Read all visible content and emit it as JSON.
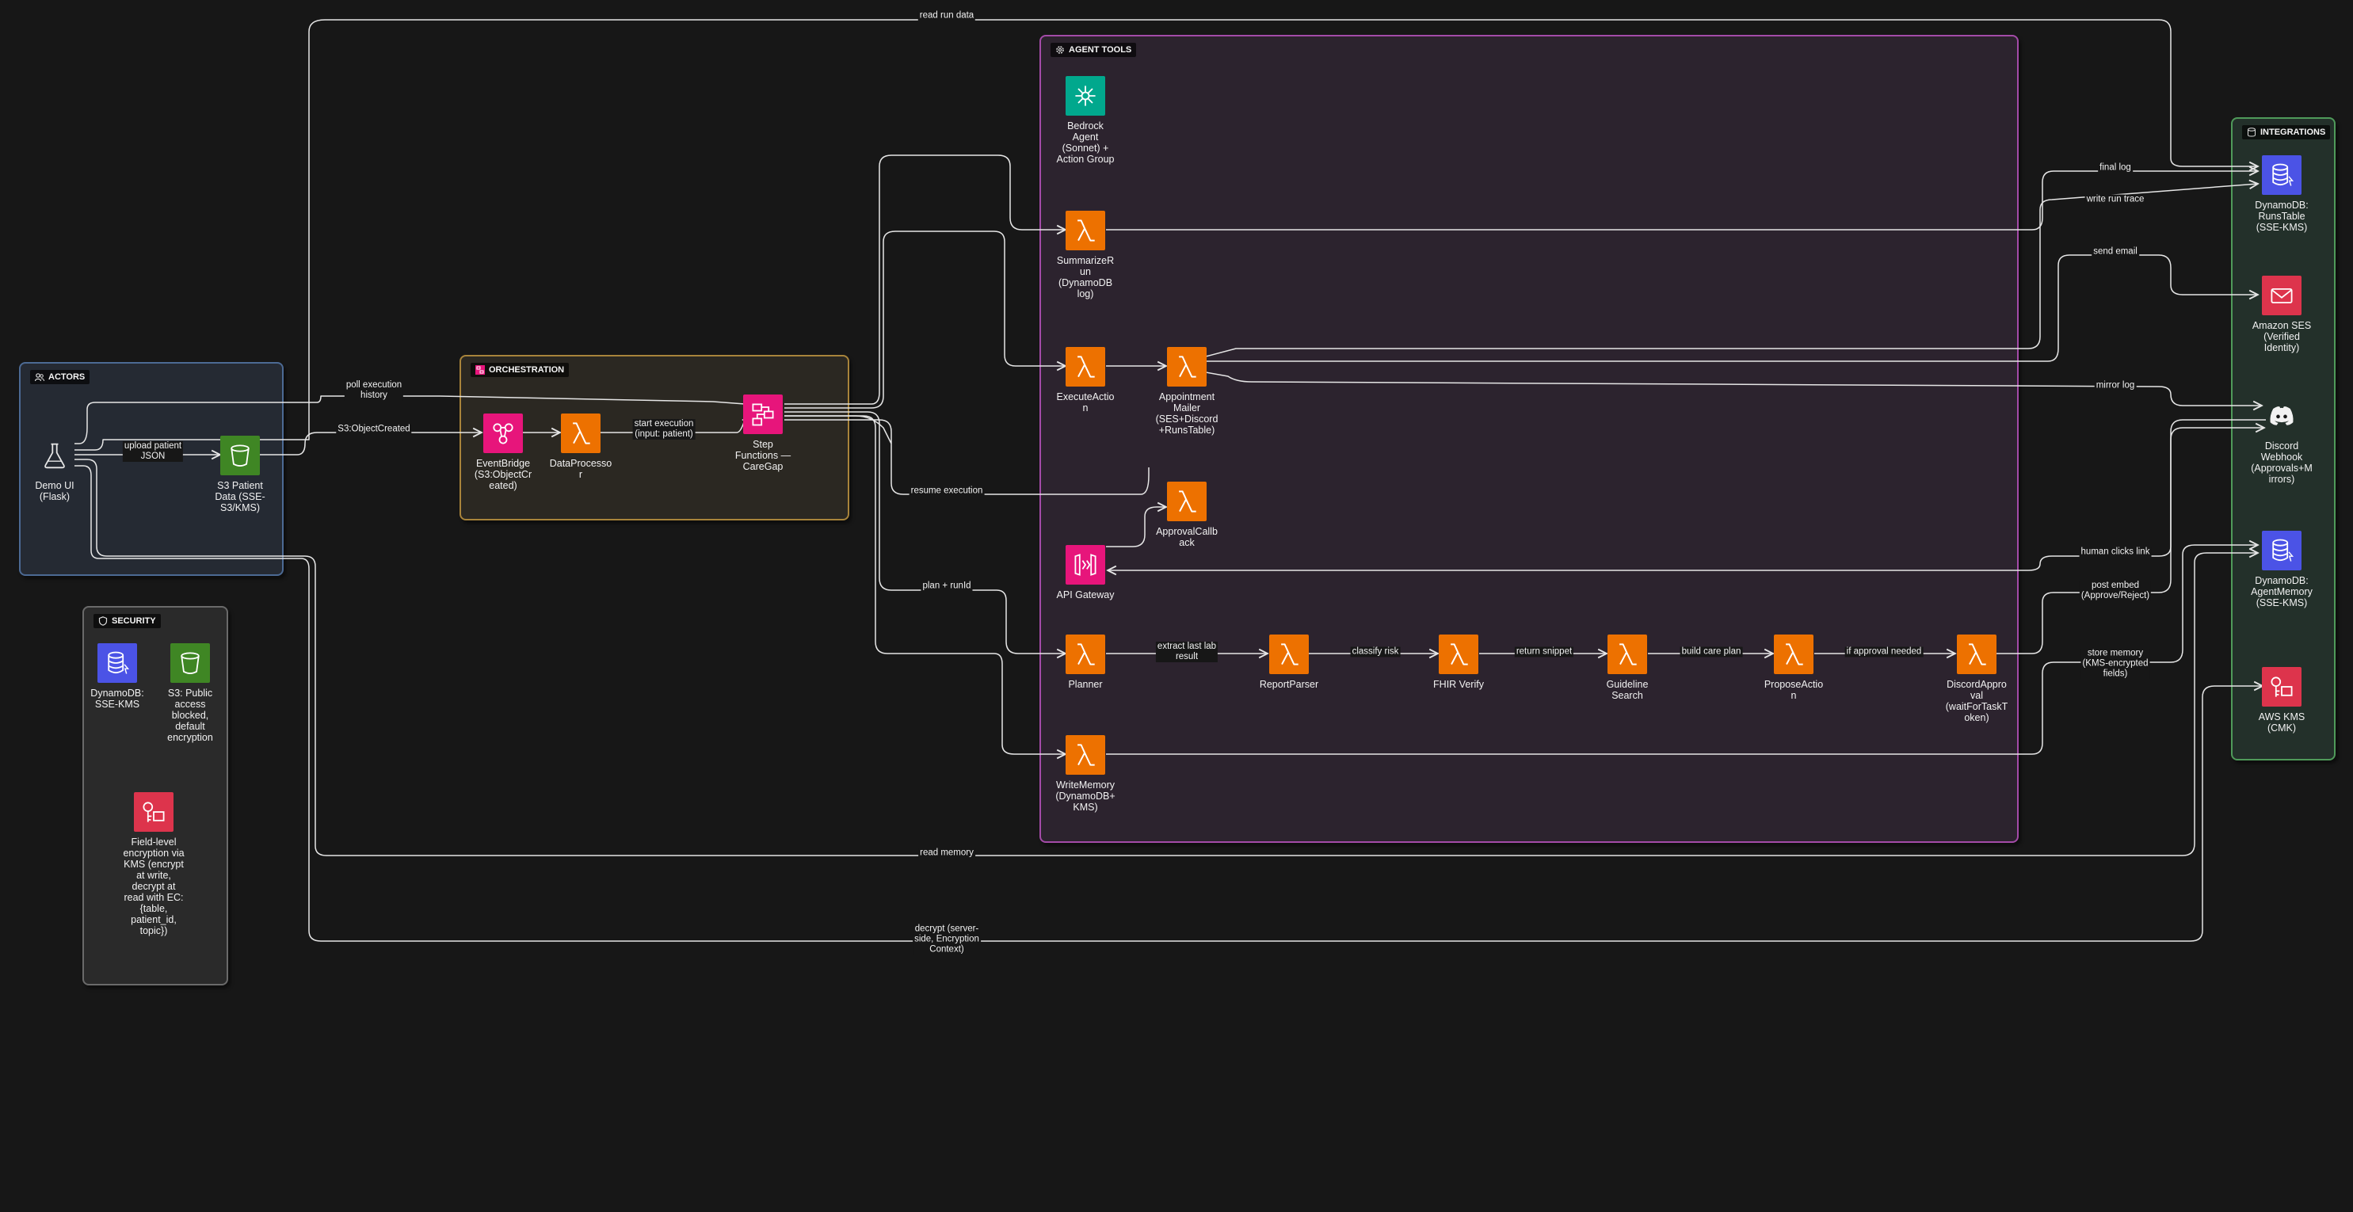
{
  "colors": {
    "background": "#171717",
    "edge": "#e6e6e6",
    "compute": "#ed7100",
    "storage": "#3f8624",
    "database": "#4b53e6",
    "security": "#dd344c",
    "integration": "#e7157b",
    "ai": "#01a88d"
  },
  "groups": {
    "actors": {
      "title": "ACTORS",
      "icon": "users-icon"
    },
    "orchestration": {
      "title": "ORCHESTRATION",
      "icon": "step-functions-group-icon"
    },
    "agent_tools": {
      "title": "AGENT TOOLS",
      "icon": "gear-icon"
    },
    "integrations": {
      "title": "INTEGRATIONS",
      "icon": "database-group-icon"
    },
    "security": {
      "title": "SECURITY",
      "icon": "shield-icon"
    }
  },
  "nodes": {
    "demo_ui": {
      "label": "Demo UI\n(Flask)",
      "icon": "flask-icon"
    },
    "s3_patient": {
      "label": "S3 Patient\nData (SSE-\nS3/KMS)",
      "icon": "s3-bucket-icon"
    },
    "eventbridge": {
      "label": "EventBridge\n(S3:ObjectCr\neated)",
      "icon": "eventbridge-icon"
    },
    "data_processor": {
      "label": "DataProcesso\nr",
      "icon": "lambda-icon"
    },
    "step_functions": {
      "label": "Step\nFunctions —\nCareGap",
      "icon": "step-functions-icon"
    },
    "bedrock_agent": {
      "label": "Bedrock\nAgent\n(Sonnet) +\nAction Group",
      "icon": "bedrock-icon"
    },
    "summarize_run": {
      "label": "SummarizeR\nun\n(DynamoDB\nlog)",
      "icon": "lambda-icon"
    },
    "execute_action": {
      "label": "ExecuteActio\nn",
      "icon": "lambda-icon"
    },
    "appointment_mailer": {
      "label": "Appointment\nMailer\n(SES+Discord\n+RunsTable)",
      "icon": "lambda-icon"
    },
    "approval_callback": {
      "label": "ApprovalCallb\nack",
      "icon": "lambda-icon"
    },
    "api_gateway": {
      "label": "API Gateway",
      "icon": "api-gateway-icon"
    },
    "planner": {
      "label": "Planner",
      "icon": "lambda-icon"
    },
    "report_parser": {
      "label": "ReportParser",
      "icon": "lambda-icon"
    },
    "fhir_verify": {
      "label": "FHIR Verify",
      "icon": "lambda-icon"
    },
    "guideline_search": {
      "label": "Guideline\nSearch",
      "icon": "lambda-icon"
    },
    "propose_action": {
      "label": "ProposeActio\nn",
      "icon": "lambda-icon"
    },
    "discord_approval": {
      "label": "DiscordAppro\nval\n(waitForTaskT\noken)",
      "icon": "lambda-icon"
    },
    "write_memory": {
      "label": "WriteMemory\n(DynamoDB+\nKMS)",
      "icon": "lambda-icon"
    },
    "runs_table": {
      "label": "DynamoDB:\nRunsTable\n(SSE-KMS)",
      "icon": "dynamodb-icon"
    },
    "ses": {
      "label": "Amazon SES\n(Verified\nIdentity)",
      "icon": "ses-icon"
    },
    "discord": {
      "label": "Discord\nWebhook\n(Approvals+M\nirrors)",
      "icon": "discord-icon"
    },
    "agent_memory": {
      "label": "DynamoDB:\nAgentMemory\n(SSE-KMS)",
      "icon": "dynamodb-icon"
    },
    "kms": {
      "label": "AWS KMS\n(CMK)",
      "icon": "kms-icon"
    },
    "sec_dynamodb": {
      "label": "DynamoDB:\nSSE-KMS",
      "icon": "dynamodb-icon"
    },
    "sec_s3": {
      "label": "S3: Public\naccess\nblocked,\ndefault\nencryption",
      "icon": "s3-bucket-icon"
    },
    "sec_kms": {
      "label": "Field-level\nencryption via\nKMS (encrypt\nat write,\ndecrypt at\nread with EC:\n{table,\npatient_id,\ntopic})",
      "icon": "kms-icon"
    }
  },
  "edge_labels": {
    "read_run_data": "read run data",
    "poll_execution_history": "poll execution\nhistory",
    "upload_patient_json": "upload patient\nJSON",
    "s3_object_created": "S3:ObjectCreated",
    "start_execution": "start execution\n(input: patient)",
    "resume_execution": "resume execution",
    "plan_run_id": "plan + runId",
    "extract_last_lab": "extract last lab\nresult",
    "classify_risk": "classify risk",
    "return_snippet": "return snippet",
    "build_care_plan": "build care plan",
    "if_approval_needed": "if approval needed",
    "final_log": "final log",
    "write_run_trace": "write run trace",
    "send_email": "send email",
    "mirror_log": "mirror log",
    "human_clicks_link": "human clicks link",
    "post_embed": "post embed\n(Approve/Reject)",
    "store_memory": "store memory\n(KMS-encrypted\nfields)",
    "read_memory": "read memory",
    "decrypt": "decrypt (server-\nside, Encryption\nContext)"
  }
}
